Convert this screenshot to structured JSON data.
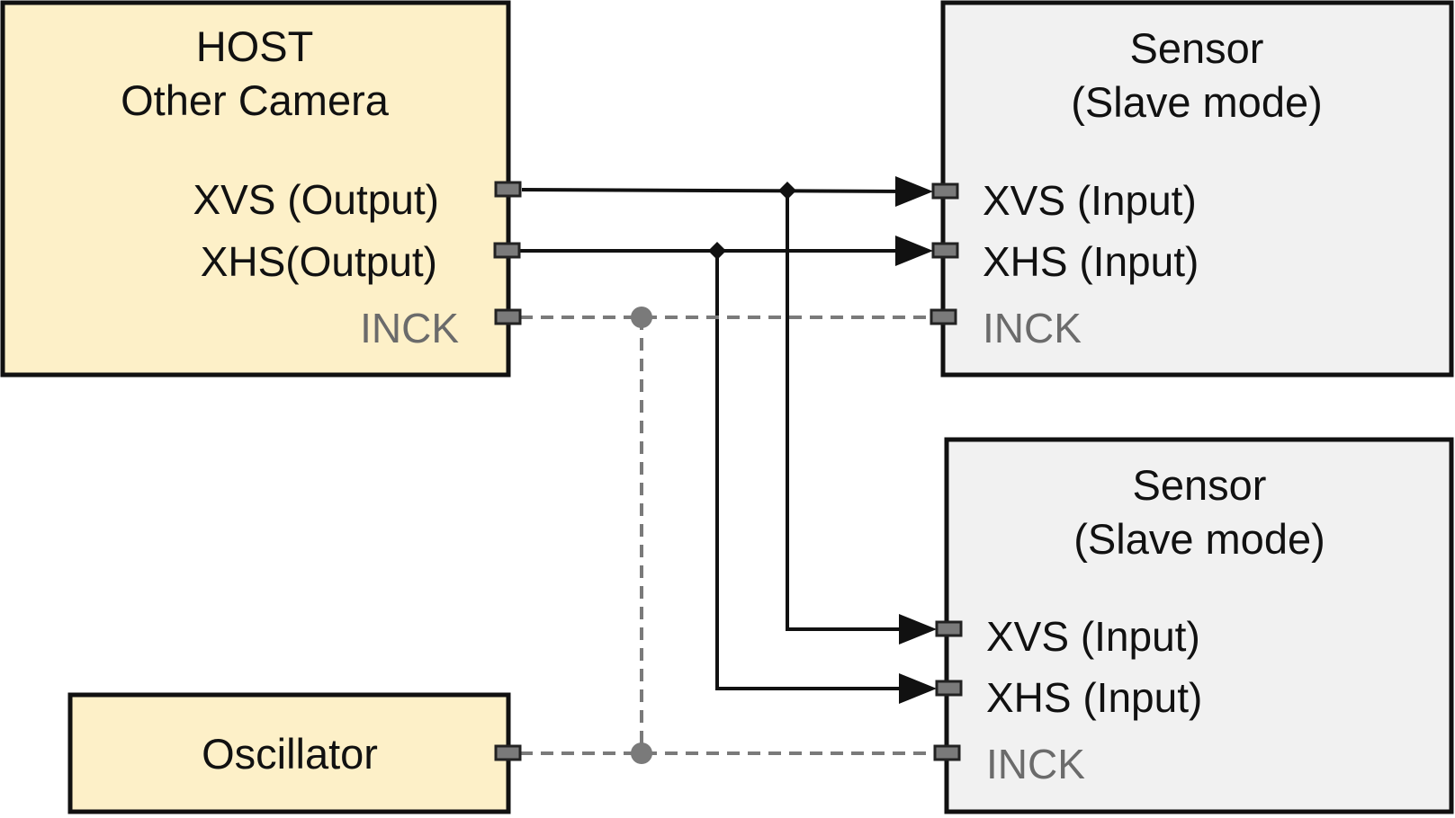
{
  "host": {
    "title_line1": "HOST",
    "title_line2": "Other Camera",
    "xvs": "XVS (Output)",
    "xhs": "XHS(Output)",
    "inck": "INCK"
  },
  "oscillator": {
    "title": "Oscillator"
  },
  "sensor_top": {
    "title_line1": "Sensor",
    "title_line2": "(Slave mode)",
    "xvs": "XVS (Input)",
    "xhs": "XHS (Input)",
    "inck": "INCK"
  },
  "sensor_bottom": {
    "title_line1": "Sensor",
    "title_line2": "(Slave mode)",
    "xvs": "XVS (Input)",
    "xhs": "XHS (Input)",
    "inck": "INCK"
  },
  "colors": {
    "host_fill": "#fdf0c8",
    "sensor_fill": "#f1f1f1",
    "border": "#111111",
    "signal_line": "#111111",
    "clock_line": "#7a7a7a"
  }
}
